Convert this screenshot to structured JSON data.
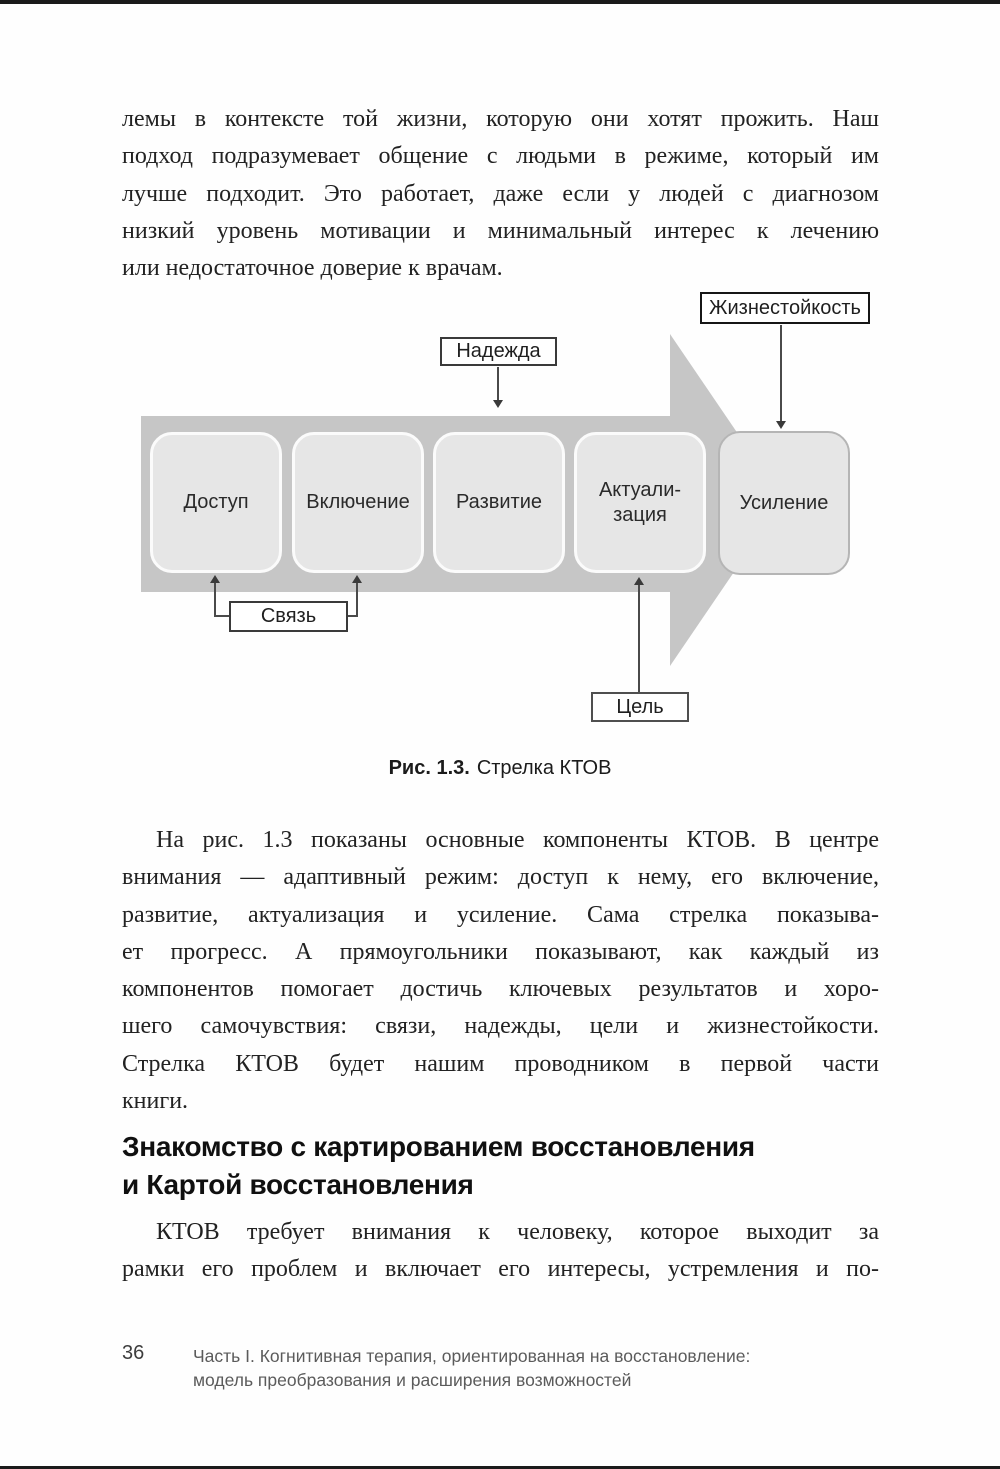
{
  "page": {
    "number": "36",
    "footer": {
      "lines": [
        "Часть I. Когнитивная терапия, ориентированная на восстановление:",
        "модель преобразования и расширения возможностей"
      ]
    }
  },
  "paragraphs": {
    "p1": {
      "lines": [
        "лемы в контексте той жизни, которую они хотят прожить. Наш",
        "подход подразумевает общение с людьми в режиме, который им",
        "лучше подходит. Это работает, даже если у людей с диагнозом",
        "низкий уровень мотивации и минимальный интерес к лечению",
        "или недостаточное доверие к врачам."
      ]
    },
    "p2": {
      "lines": [
        "На рис. 1.3 показаны основные компоненты КТОВ. В центре",
        "внимания — адаптивный режим: доступ к нему, его включение,",
        "развитие, актуализация и усиление. Сама стрелка показыва-",
        "ет прогресс. А прямоугольники показывают, как каждый из",
        "компонентов помогает достичь ключевых результатов и хоро-",
        "шего самочувствия: связи, надежды, цели и жизнестойкости.",
        "Стрелка КТОВ будет нашим проводником в первой части",
        "книги."
      ]
    },
    "p3": {
      "lines": [
        "КТОВ требует внимания к человеку, которое выходит за",
        "рамки его проблем и включает его интересы, устремления и по-"
      ]
    }
  },
  "heading": {
    "lines": [
      "Знакомство с картированием восстановления",
      "и Картой восстановления"
    ]
  },
  "figure": {
    "caption": {
      "label": "Рис. 1.3.",
      "text": "Стрелка КТОВ"
    },
    "stages": [
      "Доступ",
      "Включение",
      "Развитие",
      "Актуали-\nзация",
      "Усиление"
    ],
    "callouts": {
      "hope": "Надежда",
      "resilience": "Жизнестойкость",
      "connection": "Связь",
      "goal": "Цель"
    },
    "colors": {
      "arrow": "#c6c6c6",
      "stage_fill": "#e6e6e6",
      "stage_border": "#fbfbfb",
      "strengthen_border": "#b5b5b5",
      "callout_border": "#2f2f2f",
      "body_text": "#222222",
      "footer_text": "#5b5b5b"
    }
  }
}
